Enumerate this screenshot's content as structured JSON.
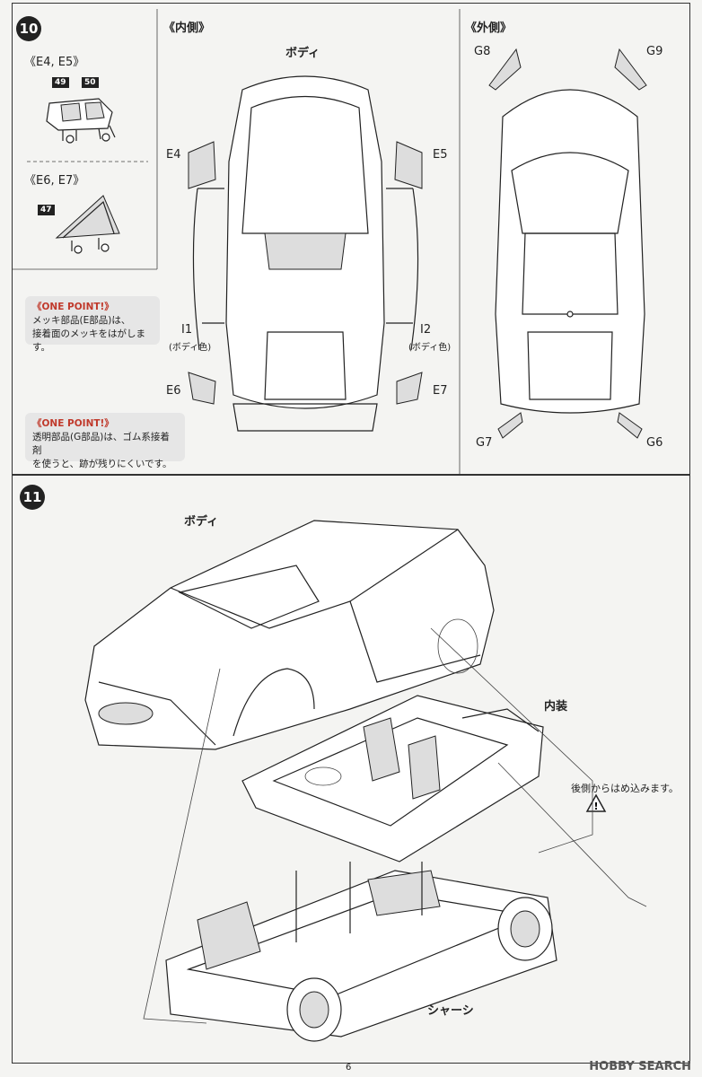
{
  "step10": {
    "number": "10",
    "inner_heading": "《内側》",
    "outer_heading": "《外側》",
    "sub_e45": "《E4, E5》",
    "sub_e67": "《E6, E7》",
    "part_49": "49",
    "part_50": "50",
    "part_47": "47",
    "label_body": "ボディ",
    "label_e4": "E4",
    "label_e5": "E5",
    "label_e6": "E6",
    "label_e7": "E7",
    "label_i1": "I1",
    "label_i2": "I2",
    "label_body_color_1": "(ボディ色)",
    "label_body_color_2": "(ボディ色)",
    "label_g8": "G8",
    "label_g9": "G9",
    "label_g7": "G7",
    "label_g6": "G6",
    "note1_title": "《ONE POINT!》",
    "note1_line1": "メッキ部品(E部品)は、",
    "note1_line2": "接着面のメッキをはがします。",
    "note2_title": "《ONE POINT!》",
    "note2_line1": "透明部品(G部品)は、ゴム系接着剤",
    "note2_line2": "を使うと、跡が残りにくいです。"
  },
  "step11": {
    "number": "11",
    "label_body": "ボディ",
    "label_interior": "内装",
    "label_chassis": "シャーシ",
    "label_rear": "後側からはめ込みます。"
  },
  "footer": {
    "page_number": "6",
    "watermark": "HOBBY SEARCH"
  }
}
